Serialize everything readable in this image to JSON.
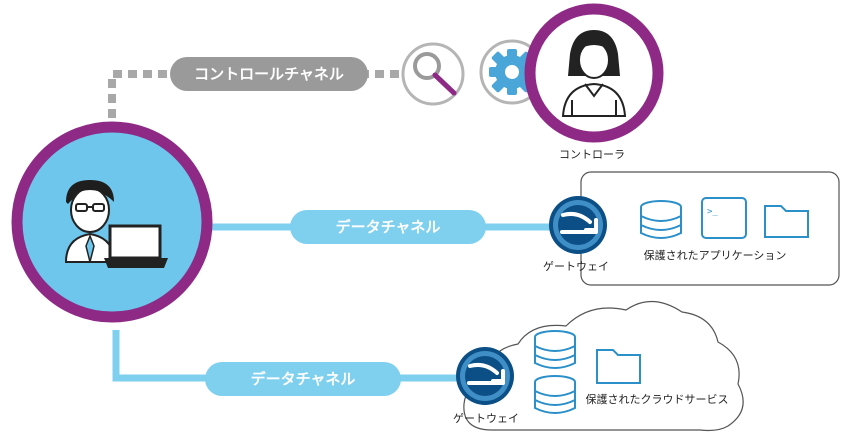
{
  "control_channel": {
    "label": "コントロールチャネル"
  },
  "controller": {
    "label": "コントローラ"
  },
  "data_channel_top": {
    "label": "データチャネル"
  },
  "data_channel_bottom": {
    "label": "データチャネル"
  },
  "gateway_top": {
    "label": "ゲートウェイ"
  },
  "gateway_bottom": {
    "label": "ゲートウェイ"
  },
  "protected_apps": {
    "label": "保護されたアプリケーション"
  },
  "protected_cloud": {
    "label": "保護されたクラウドサービス"
  },
  "icons": {
    "user": "user-laptop-icon",
    "controller_user": "controller-person-icon",
    "search": "magnifier-icon",
    "settings": "gear-icon",
    "gateway": "gateway-arrow-icon",
    "database": "database-icon",
    "terminal": "terminal-icon",
    "folder": "folder-icon",
    "cloud": "cloud-icon"
  },
  "colors": {
    "purple": "#8e2a86",
    "light_blue": "#6ec6ec",
    "channel_blue": "#7fcfef",
    "gray_pill": "#9a9a9a",
    "dotted_gray": "#a8a8a8",
    "gateway_dark": "#0b4f86",
    "icon_blue": "#2b8fc9"
  }
}
